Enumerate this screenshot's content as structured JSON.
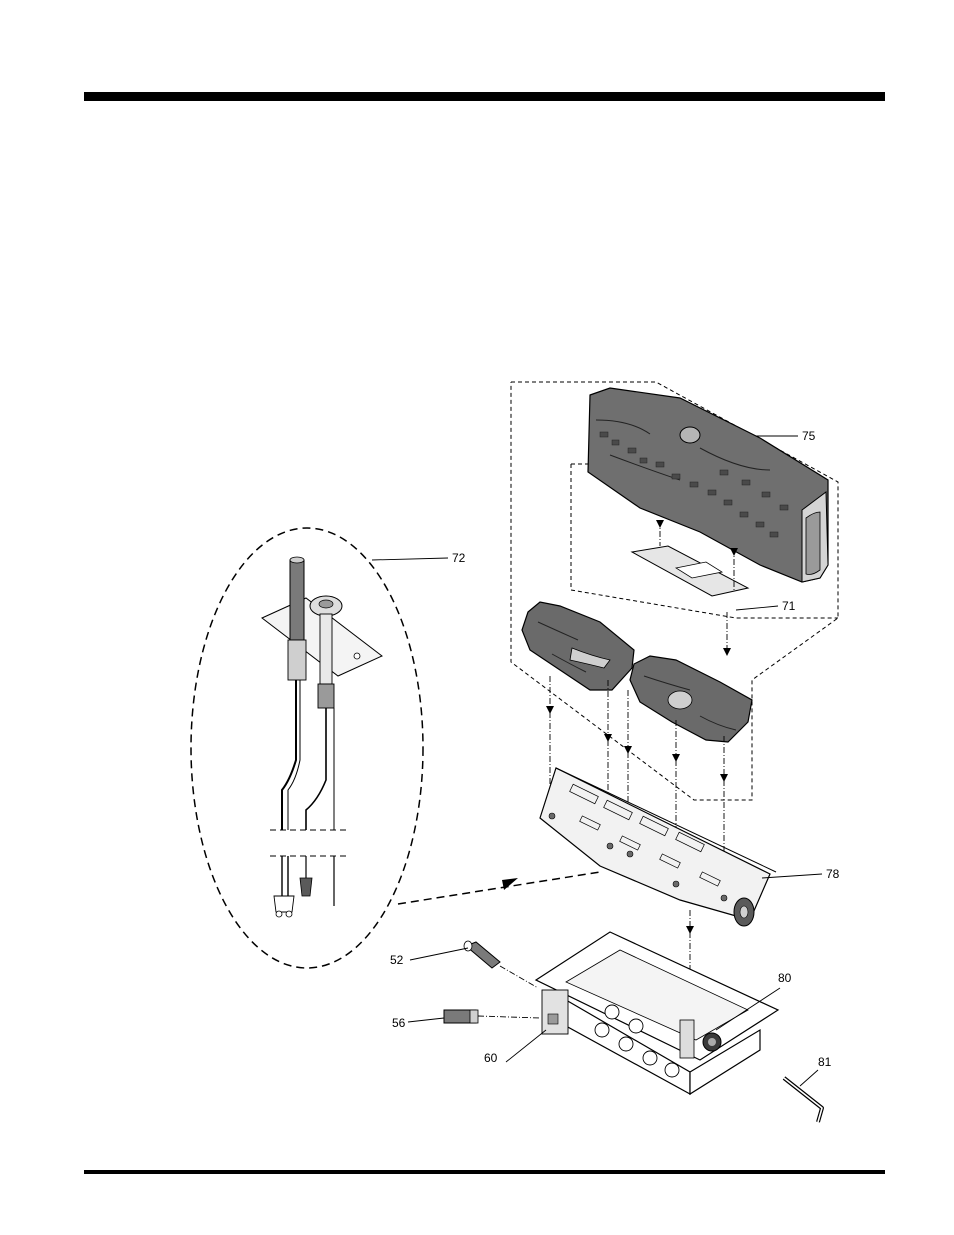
{
  "callouts": {
    "c75": "75",
    "c72": "72",
    "c71": "71",
    "c78": "78",
    "c52": "52",
    "c80": "80",
    "c56": "56",
    "c60": "60",
    "c81": "81"
  }
}
